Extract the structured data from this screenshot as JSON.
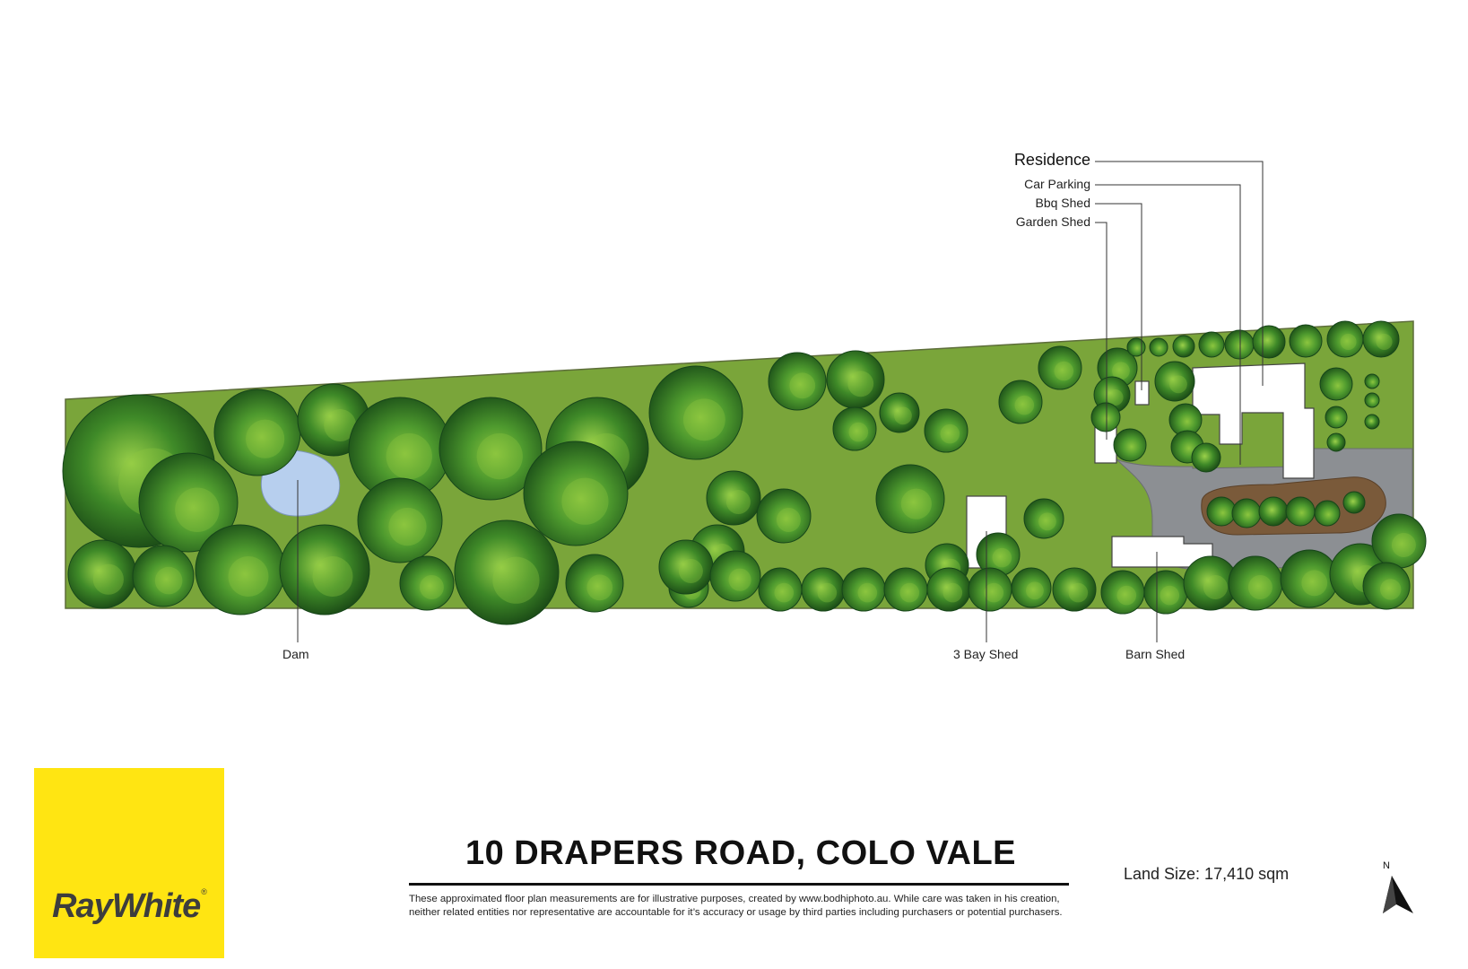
{
  "labels": {
    "residence": "Residence",
    "car_parking": "Car Parking",
    "bbq_shed": "Bbq Shed",
    "garden_shed": "Garden Shed",
    "dam": "Dam",
    "three_bay_shed": "3 Bay Shed",
    "barn_shed": "Barn Shed"
  },
  "title": "10 DRAPERS ROAD, COLO VALE",
  "disclaimer": "These approximated floor plan measurements are for illustrative purposes, created by www.bodhiphoto.au. While care was taken in his creation, neither related entities nor representative are accountable for it’s accuracy or usage by third parties including purchasers or potential purchasers.",
  "land_size": "Land Size: 17,410 sqm",
  "north_label": "N",
  "logo": {
    "text": "RayWhite",
    "trademark": "®",
    "bg_color": "#FFE512"
  },
  "colors": {
    "lawn": "#7aa53a",
    "tree_dark": "#1f5e1c",
    "tree_light": "#5fa83a",
    "dam_water": "#b7cfee",
    "driveway": "#8c8f93",
    "garden_bed": "#7a5a3a",
    "building": "#ffffff"
  },
  "icons": {
    "north": "north-arrow-icon",
    "tree": "tree-canopy-icon"
  }
}
